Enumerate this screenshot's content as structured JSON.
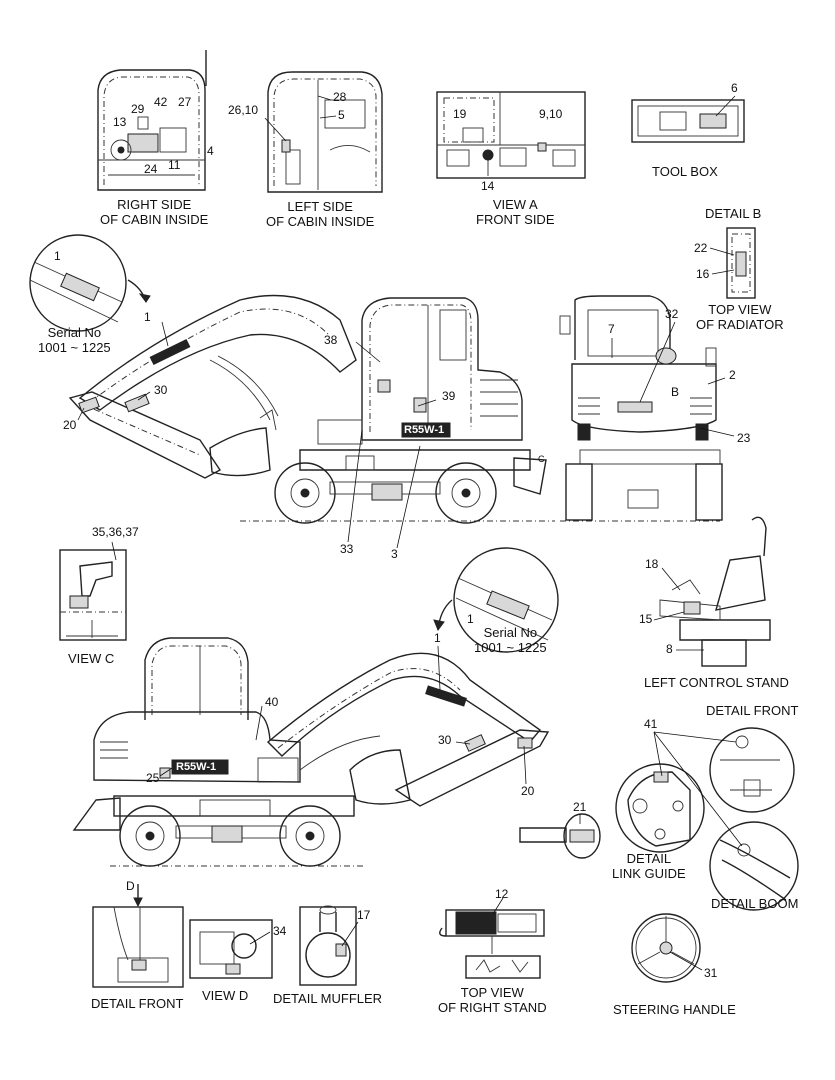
{
  "captions": {
    "right_side_cabin_1": "RIGHT SIDE",
    "right_side_cabin_2": "OF CABIN INSIDE",
    "left_side_cabin_1": "LEFT SIDE",
    "left_side_cabin_2": "OF CABIN INSIDE",
    "view_a_1": "VIEW  A",
    "view_a_2": "FRONT SIDE",
    "tool_box": "TOOL BOX",
    "detail_b": "DETAIL  B",
    "top_view_radiator_1": "TOP VIEW",
    "top_view_radiator_2": "OF RADIATOR",
    "serial_top_1": "Serial No",
    "serial_top_2": "1001 ~ 1225",
    "serial_mid_1": "Serial No",
    "serial_mid_2": "1001 ~ 1225",
    "view_c": "VIEW  C",
    "left_control_stand": "LEFT CONTROL STAND",
    "detail_front_right": "DETAIL FRONT",
    "detail_link_guide_1": "DETAIL",
    "detail_link_guide_2": "LINK GUIDE",
    "detail_boom": "DETAIL BOOM",
    "detail_front_bottom": "DETAIL FRONT",
    "view_d": "VIEW  D",
    "detail_muffler": "DETAIL MUFFLER",
    "top_view_right_stand_1": "TOP VIEW",
    "top_view_right_stand_2": "OF RIGHT STAND",
    "steering_handle": "STEERING HANDLE"
  },
  "part_numbers": {
    "p4": "4",
    "p29": "29",
    "p42": "42",
    "p27": "27",
    "p13": "13",
    "p11": "11",
    "p24": "24",
    "p26_10": "26,10",
    "p28": "28",
    "p5": "5",
    "p19": "19",
    "p9_10": "9,10",
    "p14": "14",
    "p6": "6",
    "p22": "22",
    "p16": "16",
    "p1_circle_top": "1",
    "p1_boom_top": "1",
    "p38": "38",
    "p30_top": "30",
    "p20_top": "20",
    "p39": "39",
    "p33": "33",
    "p3": "3",
    "p7": "7",
    "p32": "32",
    "p2": "2",
    "pB": "B",
    "p23": "23",
    "pC": "C",
    "p35_36_37": "35,36,37",
    "p1_circle_mid": "1",
    "p1_boom_mid": "1",
    "p18": "18",
    "p15": "15",
    "p8": "8",
    "p40": "40",
    "p25": "25",
    "p30_mid": "30",
    "p20_mid": "20",
    "p41": "41",
    "p21": "21",
    "pD": "D",
    "p34": "34",
    "p17": "17",
    "p12": "12",
    "p31": "31"
  },
  "decal_text": {
    "model_top": "R55W-1",
    "model_mid": "R55W-1"
  }
}
